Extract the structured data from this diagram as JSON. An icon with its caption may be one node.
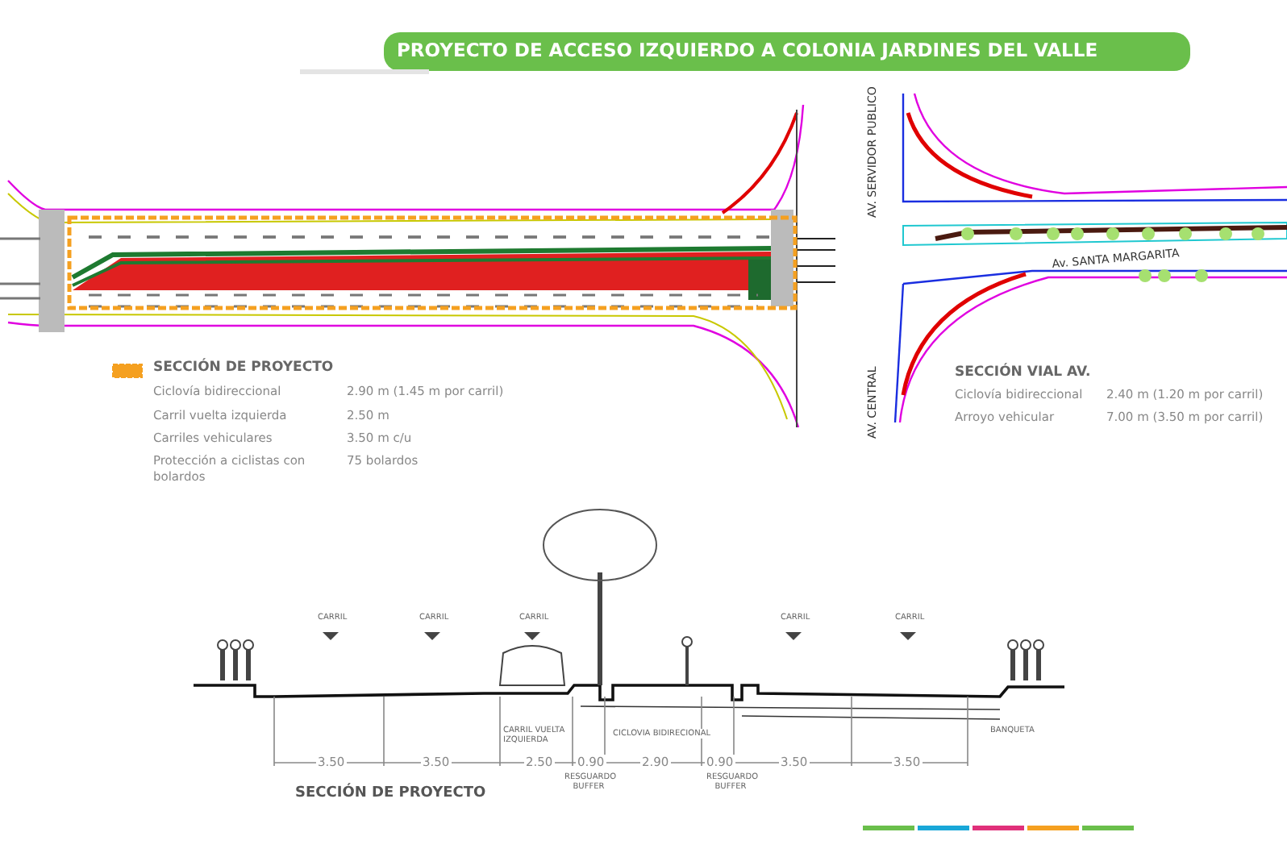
{
  "diagram": {
    "title": "PROYECTO DE ACCESO IZQUIERDO A  COLONIA JARDINES DEL VALLE",
    "labels": [
      "AV. SERVIDOR PUBLICO",
      "Av. SANTA MARGARITA",
      "AV. CENTRAL",
      "Ciclovía bidireccional",
      "2.90 m (1.45 m por carril)",
      "Carril vuelta izquierda",
      "2.50 m",
      "Carriles vehiculares",
      "3.50 m  c/u",
      "Protección a ciclistas con bolardos",
      "75 bolardos",
      "SECCIÓN VIAL AV.",
      "Ciclovía bidireccional",
      "2.40 m (1.20 m por carril)",
      "Arroyo vehicular",
      "7.00 m (3.50 m por carril)",
      "CARRIL",
      "CARRIL",
      "CARRIL",
      "CARRIL",
      "CARRIL",
      "CARRIL VUELTA IZQUIERDA",
      "CICLOVIA BIDIRECIONAL",
      "BANQUETA",
      "3.50",
      "3.50",
      "2.50",
      "0.90",
      "2.90",
      "0.90",
      "3.50",
      "3.50",
      "RESGUARDO BUFFER",
      "RESGUARDO BUFFER",
      "SECCIÓN DE PROYECTO"
    ],
    "legend": [
      {
        "text": "SECCIÓN DE PROYECTO"
      }
    ]
  }
}
